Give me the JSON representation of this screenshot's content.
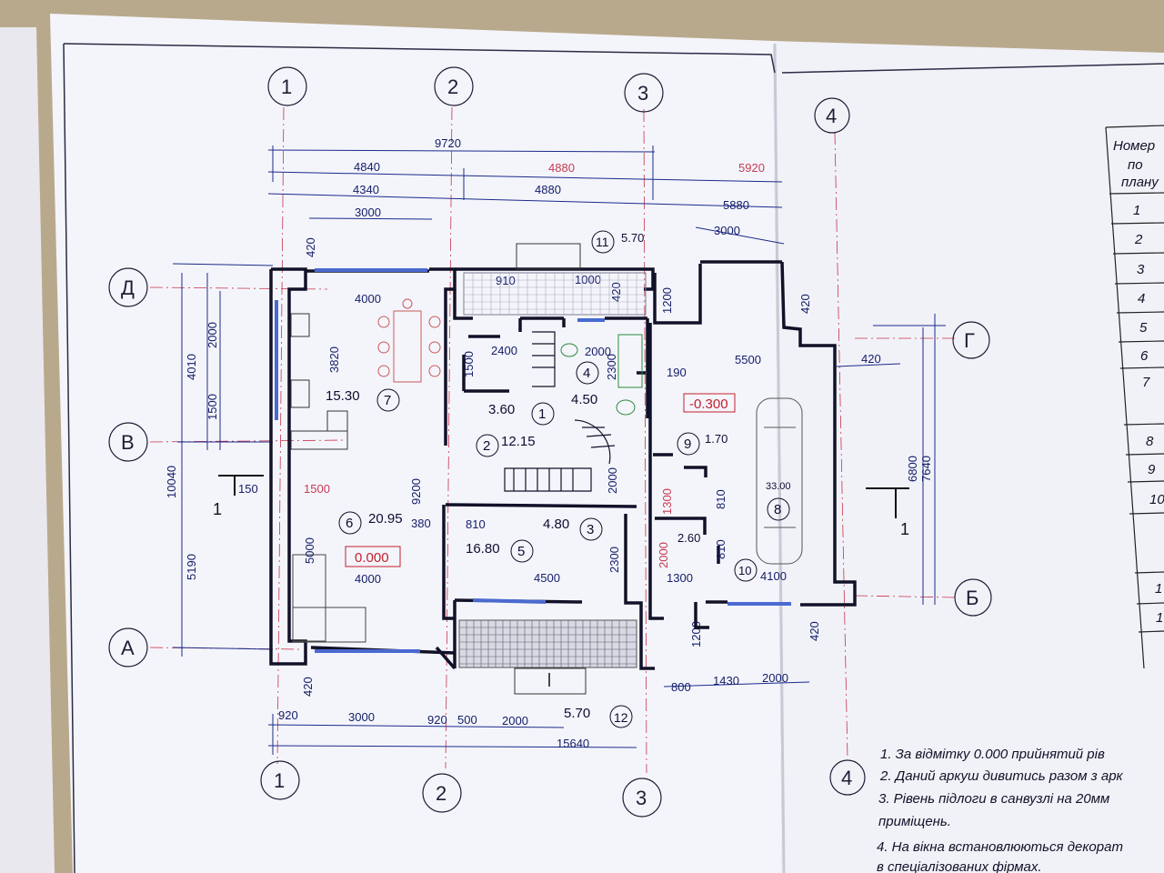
{
  "drawing": {
    "axes_top": [
      "1",
      "2",
      "3",
      "4"
    ],
    "axes_bottom": [
      "1",
      "2",
      "3",
      "4"
    ],
    "axes_left": [
      "Д",
      "В",
      "А"
    ],
    "axes_right": [
      "Г",
      "Б"
    ],
    "dimensions_top": {
      "overall": "9720",
      "row2": [
        "4840",
        "4880",
        "5920"
      ],
      "row3": [
        "4340",
        "4880",
        "5880"
      ],
      "row4_left": "3000",
      "row4_right": "3000",
      "porch": [
        "910",
        "1000",
        "420"
      ]
    },
    "dimensions_bottom": {
      "row1": [
        "920",
        "3000",
        "920",
        "500",
        "2000"
      ],
      "overall": "15640",
      "garage": [
        "800",
        "1430",
        "2000"
      ],
      "v1200": "1200"
    },
    "dimensions_left": {
      "row1": [
        "4010",
        "10040",
        "5190"
      ],
      "row2": [
        "2000",
        "1500"
      ],
      "top420": "420",
      "bottom420": "420"
    },
    "dimensions_right": [
      "6800",
      "7640",
      "420",
      "420",
      "420"
    ],
    "inner_dims": [
      "4000",
      "3820",
      "9200",
      "2400",
      "1500",
      "2000",
      "2300",
      "190",
      "5500",
      "2000",
      "1300",
      "810",
      "810",
      "2300",
      "4500",
      "1300",
      "4100",
      "2000",
      "810",
      "1500",
      "150",
      "380",
      "5000",
      "4000",
      "1200"
    ],
    "rooms": [
      {
        "number": "1",
        "area": "3.60"
      },
      {
        "number": "2",
        "area": "12.15"
      },
      {
        "number": "3",
        "area": "4.80"
      },
      {
        "number": "4",
        "area": "4.50"
      },
      {
        "number": "5",
        "area": "16.80"
      },
      {
        "number": "6",
        "area": "20.95"
      },
      {
        "number": "7",
        "area": "15.30"
      },
      {
        "number": "8",
        "area": "33.00"
      },
      {
        "number": "9",
        "area": "1.70"
      },
      {
        "number": "10",
        "area": "2.60"
      },
      {
        "number": "11",
        "area": "5.70"
      },
      {
        "number": "12",
        "area": "5.70"
      }
    ],
    "elevations": [
      "-0.300",
      "0.000"
    ],
    "section_marks": [
      "1",
      "1"
    ]
  },
  "table": {
    "header": [
      "Номер",
      "по",
      "плану"
    ],
    "rows": [
      "1",
      "2",
      "3",
      "4",
      "5",
      "6",
      "7",
      "8",
      "9",
      "10",
      "1",
      "1"
    ]
  },
  "notes": [
    "1. За  відмітку  0.000  прийнятий  рів",
    "2. Даний  аркуш  дивитись  разом  з  арк",
    "3. Рівень  підлоги  в  санвузлі  на  20мм",
    "приміщень.",
    "4. На  вікна  встановлюються  декорат",
    "в  спеціалізованих  фірмах."
  ],
  "colors": {
    "line": "#1b1b3a",
    "dimension": "#1b2a8a",
    "accent_red": "#c8324a",
    "window": "#4a6ad0",
    "paper": "#f3f4fb"
  }
}
